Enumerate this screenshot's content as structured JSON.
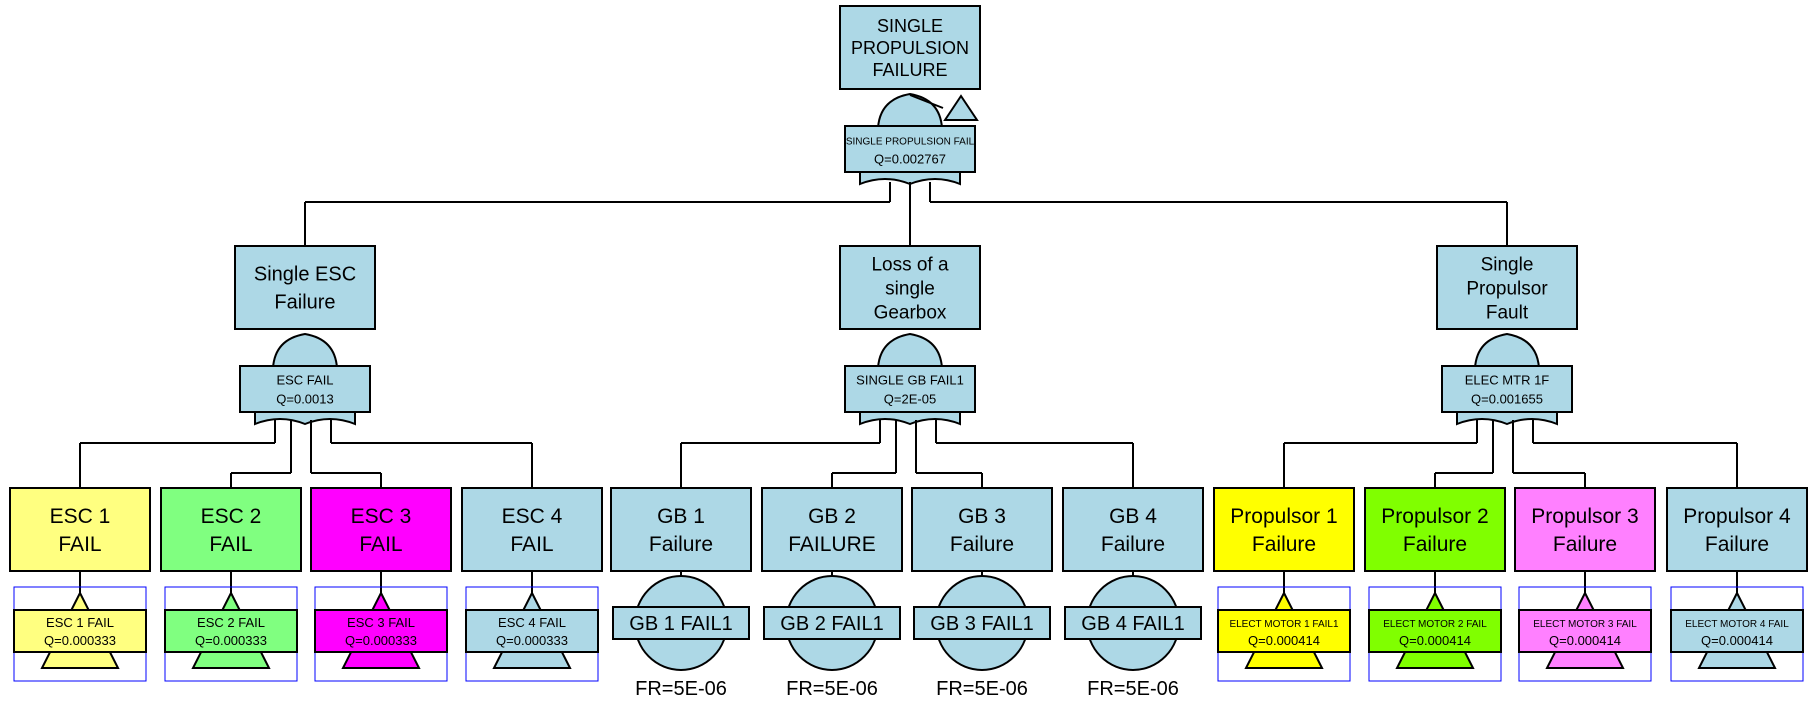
{
  "colors": {
    "default": "#add8e6",
    "yellow": "#ffff80",
    "green": "#80ff80",
    "magenta": "#ff00ff",
    "bright_yellow": "#ffff00",
    "lime": "#80ff00",
    "pink": "#ff80ff",
    "line": "#000000",
    "marker": "#0000ff"
  },
  "top_event": {
    "title": [
      "SINGLE",
      "PROPULSION",
      "FAILURE"
    ],
    "gate_label": "SINGLE PROPULSION FAIL",
    "gate_q": "Q=0.002767"
  },
  "branches": [
    {
      "title": [
        "Single ESC",
        "Failure"
      ],
      "gate_label": "ESC FAIL",
      "gate_q": "Q=0.0013",
      "children": [
        {
          "title": [
            "ESC 1",
            "FAIL"
          ],
          "color": "yellow",
          "label": "ESC 1 FAIL",
          "q": "Q=0.000333",
          "kind": "transfer"
        },
        {
          "title": [
            "ESC 2",
            "FAIL"
          ],
          "color": "green",
          "label": "ESC 2 FAIL",
          "q": "Q=0.000333",
          "kind": "transfer"
        },
        {
          "title": [
            "ESC 3",
            "FAIL"
          ],
          "color": "magenta",
          "label": "ESC 3 FAIL",
          "q": "Q=0.000333",
          "kind": "transfer"
        },
        {
          "title": [
            "ESC 4",
            "FAIL"
          ],
          "color": "default",
          "label": "ESC 4 FAIL",
          "q": "Q=0.000333",
          "kind": "transfer"
        }
      ]
    },
    {
      "title": [
        "Loss of a",
        "single",
        "Gearbox"
      ],
      "gate_label": "SINGLE GB FAIL1",
      "gate_q": "Q=2E-05",
      "children": [
        {
          "title": [
            "GB 1",
            "Failure"
          ],
          "color": "default",
          "label": "GB 1 FAIL1",
          "rate": "FR=5E-06",
          "kind": "basic"
        },
        {
          "title": [
            "GB 2",
            "FAILURE"
          ],
          "color": "default",
          "label": "GB 2 FAIL1",
          "rate": "FR=5E-06",
          "kind": "basic"
        },
        {
          "title": [
            "GB 3",
            "Failure"
          ],
          "color": "default",
          "label": "GB 3 FAIL1",
          "rate": "FR=5E-06",
          "kind": "basic"
        },
        {
          "title": [
            "GB 4",
            "Failure"
          ],
          "color": "default",
          "label": "GB 4 FAIL1",
          "rate": "FR=5E-06",
          "kind": "basic"
        }
      ]
    },
    {
      "title": [
        "Single",
        "Propulsor",
        "Fault"
      ],
      "gate_label": "ELEC MTR 1F",
      "gate_q": "Q=0.001655",
      "children": [
        {
          "title": [
            "Propulsor 1",
            "Failure"
          ],
          "color": "bright_yellow",
          "label": "ELECT MOTOR 1 FAIL1",
          "q": "Q=0.000414",
          "kind": "transfer"
        },
        {
          "title": [
            "Propulsor 2",
            "Failure"
          ],
          "color": "lime",
          "label": "ELECT MOTOR 2 FAIL",
          "q": "Q=0.000414",
          "kind": "transfer"
        },
        {
          "title": [
            "Propulsor 3",
            "Failure"
          ],
          "color": "pink",
          "label": "ELECT MOTOR 3 FAIL",
          "q": "Q=0.000414",
          "kind": "transfer"
        },
        {
          "title": [
            "Propulsor 4",
            "Failure"
          ],
          "color": "default",
          "label": "ELECT MOTOR 4 FAIL",
          "q": "Q=0.000414",
          "kind": "transfer"
        }
      ]
    }
  ]
}
